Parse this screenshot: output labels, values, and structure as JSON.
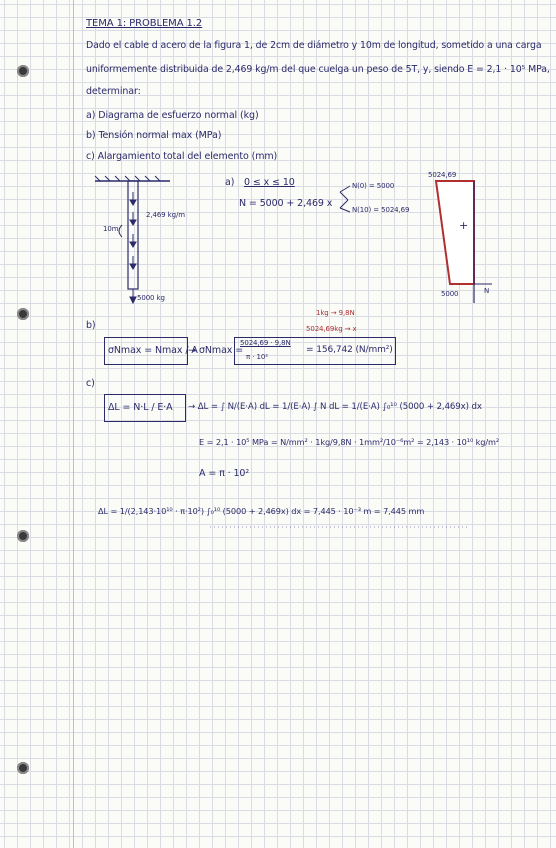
{
  "header": "TEMA 1: PROBLEMA 1.2",
  "problem": {
    "line1": "Dado el cable d acero de la figura 1, de 2cm de diámetro y 10m de longitud, sometido a una carga",
    "line2": "uniformemente distribuida de 2,469 kg/m del que cuelga un peso de 5T, y, siendo E = 2,1 · 10⁵ MPa,",
    "line3": "determinar:"
  },
  "items": {
    "a": "a) Diagrama de esfuerzo normal (kg)",
    "b": "b) Tensión normal max (MPa)",
    "c": "c) Alargamiento total del elemento (mm)"
  },
  "figure": {
    "load": "2,469 kg/m",
    "length": "10m",
    "weight": "5000 kg"
  },
  "part_a": {
    "label": "a)",
    "range": "0 ≤ x ≤ 10",
    "equation": "N = 5000 + 2,469 x",
    "n0": "N(0) = 5000",
    "n10": "N(10) = 5024,69",
    "diagram_top": "5024,69",
    "diagram_bottom": "5000",
    "sign": "+",
    "axis_n": "N"
  },
  "part_b": {
    "label": "b)",
    "boxed": "σNmax = Nmax / A",
    "arrow": "→",
    "lhs": "σNmax =",
    "num": "5024,69 · 9,8N",
    "den": "π · 10²",
    "result": "= 156,742 (N/mm²)",
    "note1": "1kg → 9,8N",
    "note2": "5024,69kg → x"
  },
  "part_c": {
    "label": "c)",
    "boxed": "ΔL = N·L / E·A",
    "integral1": "→ ΔL = ∫ N/(E·A) dL = 1/(E·A) ∫ N dL = 1/(E·A) ∫₀¹⁰ (5000 + 2,469x) dx",
    "modulus": "E = 2,1 · 10⁵ MPa = N/mm² · 1kg/9,8N · 1mm²/10⁻⁶m² = 2,143 · 10¹⁰ kg/m²",
    "area": "A = π · 10²",
    "final": "ΔL = 1/(2,143·10¹⁰ · π·10²) ∫₀¹⁰ (5000 + 2,469x) dx = 7,445 · 10⁻³ m = 7,445 mm"
  }
}
